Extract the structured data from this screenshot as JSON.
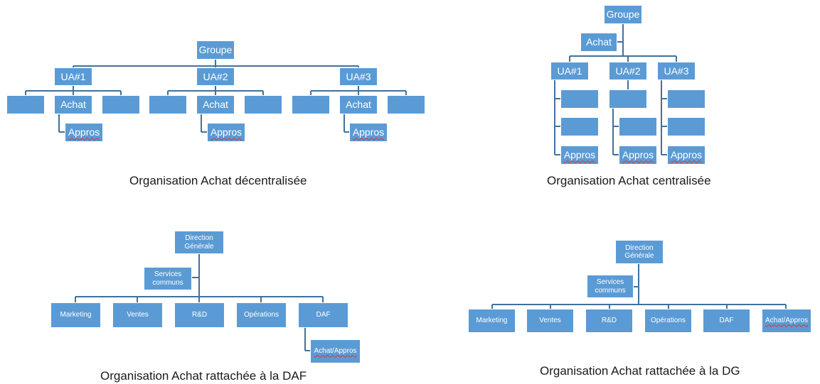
{
  "colors": {
    "box_fill": "#5b9bd5",
    "connector": "#41719c",
    "text": "#ffffff"
  },
  "decentralized": {
    "top": "Groupe",
    "units": [
      {
        "label": "UA#1",
        "middle": "Achat",
        "sub": "Appros"
      },
      {
        "label": "UA#2",
        "middle": "Achat",
        "sub": "Appros"
      },
      {
        "label": "UA#3",
        "middle": "Achat",
        "sub": "Appros"
      }
    ],
    "caption": "Organisation Achat décentralisée"
  },
  "centralized": {
    "top": "Groupe",
    "assistant": "Achat",
    "units": [
      {
        "label": "UA#1",
        "sub": "Appros"
      },
      {
        "label": "UA#2",
        "sub": "Appros"
      },
      {
        "label": "UA#3",
        "sub": "Appros"
      }
    ],
    "caption": "Organisation Achat centralisée"
  },
  "daf": {
    "top": "Direction Générale",
    "assistant": "Services communs",
    "departments": [
      "Marketing",
      "Ventes",
      "R&D",
      "Opérations",
      "DAF"
    ],
    "sub": "Achat/Appros",
    "caption": "Organisation Achat rattachée à la DAF"
  },
  "dg": {
    "top": "Direction Générale",
    "assistant": "Services communs",
    "departments": [
      "Marketing",
      "Ventes",
      "R&D",
      "Opérations",
      "DAF",
      "Achat/Appros"
    ],
    "caption": "Organisation Achat rattachée à la DG"
  }
}
